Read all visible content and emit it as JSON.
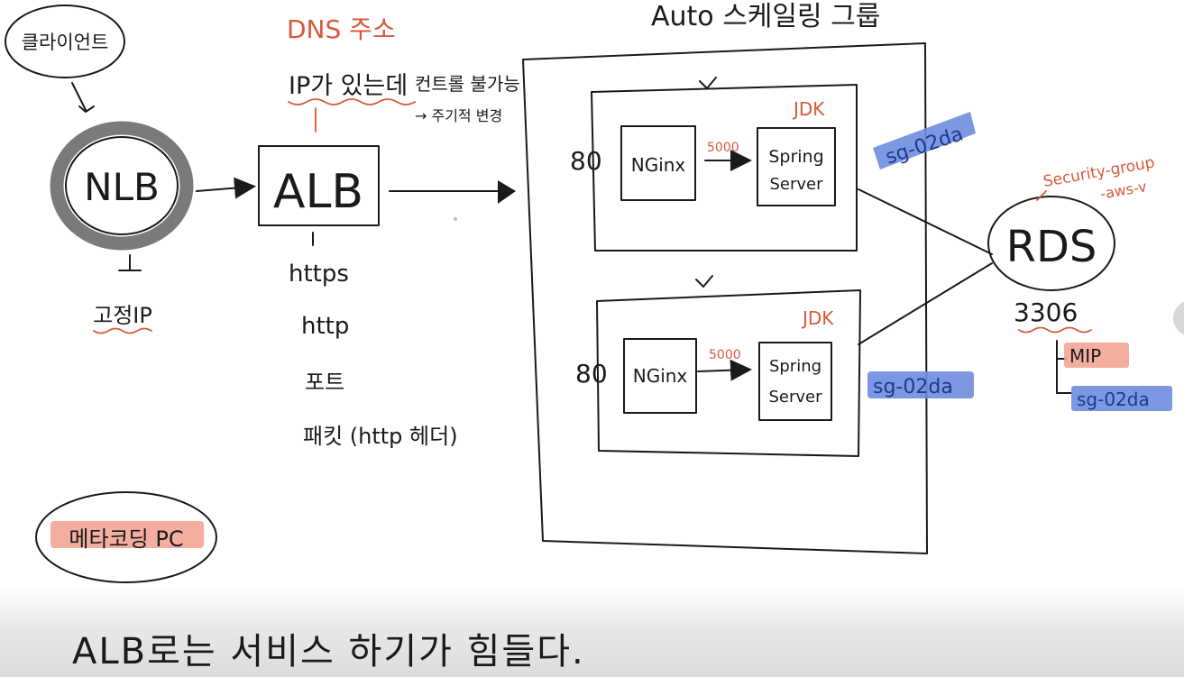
{
  "labels": {
    "client": "클라이언트",
    "nlb": "NLB",
    "static_ip": "고정IP",
    "dns_title": "DNS 주소",
    "ip_note": "IP가 있는데",
    "alb": "ALB",
    "alb_protocols": [
      "https",
      "http",
      "포트",
      "패킷 (http 헤더)"
    ],
    "contents_note": "컨트롤 불가능",
    "contents_sub": "→ 주기적 변경",
    "asg_title": "Auto 스케일링 그룹",
    "port_80": "80",
    "nginx": "NGinx",
    "port_5000": "5000",
    "spring_line1": "Spring",
    "spring_line2": "Server",
    "jdk": "JDK",
    "sg_tag": "sg-02da",
    "rds": "RDS",
    "rds_port": "3306",
    "rds_sg_note_line1": "Security-group",
    "rds_sg_note_line2": "-aws-v",
    "my_ip": "MIP",
    "metering_pc": "메타코딩 PC",
    "caption": "ALB로는 서비스 하기가 힘들다."
  },
  "colors": {
    "ink": "#1a1a1a",
    "accent_red": "#d9593b",
    "highlight_blue": "#6f8de0",
    "highlight_pink": "#f2a08f",
    "nlb_ring": "#7a7a7a"
  }
}
